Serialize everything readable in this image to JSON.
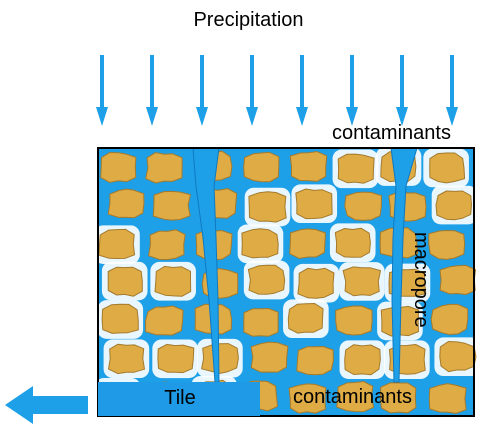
{
  "title": "Precipitation",
  "labels": {
    "contaminants_top": "contaminants",
    "contaminants_bottom": "contaminants",
    "tile": "Tile",
    "macropore": "macropore"
  },
  "icons": {
    "rain_arrow": "down-arrow-icon",
    "drain_arrow": "left-arrow-icon"
  },
  "colors": {
    "water": "#1ea0e8",
    "soil_aggregate": "#dfab45",
    "aggregate_edge": "#a47a2c",
    "pore_space": "#ffffff",
    "tile": "#1e9ae6",
    "border": "#000000"
  }
}
